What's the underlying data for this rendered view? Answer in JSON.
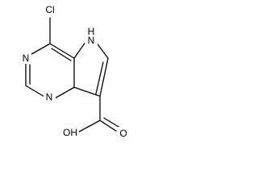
{
  "molecule": {
    "atoms": {
      "cl": "Cl",
      "n3": "N",
      "n1": "N",
      "nh": "H",
      "nh_n": "N",
      "oh": "OH",
      "o_carbonyl": "O"
    },
    "colors": {
      "bond": "#000000",
      "label": "#000000",
      "background": "#ffffff"
    }
  }
}
